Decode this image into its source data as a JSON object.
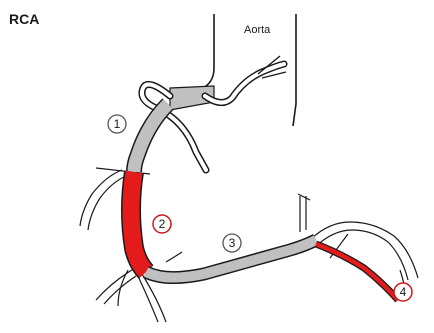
{
  "title": "RCA",
  "aorta_label": "Aorta",
  "segments": [
    {
      "label": "1",
      "state": "normal"
    },
    {
      "label": "2",
      "state": "highlighted"
    },
    {
      "label": "3",
      "state": "normal"
    },
    {
      "label": "4",
      "state": "highlighted"
    }
  ],
  "colors": {
    "vessel_normal": "#c0c0c0",
    "vessel_highlight": "#e31b1b",
    "outline": "#1a1a1a",
    "marker_normal_ring": "#555555",
    "marker_highlight_ring": "#d01818"
  }
}
